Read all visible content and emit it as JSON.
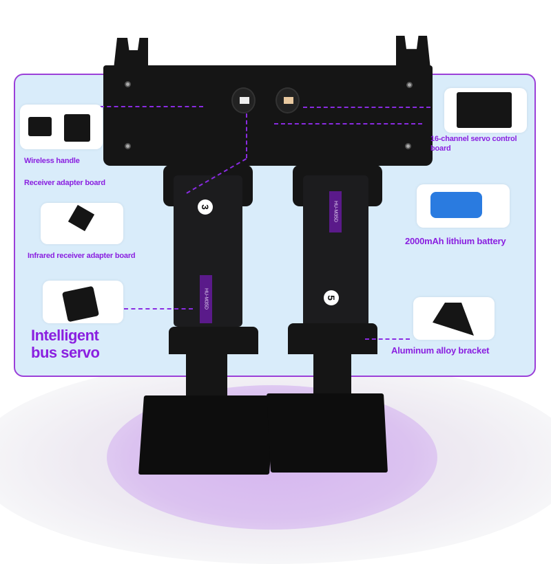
{
  "labels": {
    "wireless_handle": "Wireless handle",
    "receiver_adapter": "Receiver adapter board",
    "infrared_adapter": "Infrared receiver adapter board",
    "bus_servo_line1": "Intelligent",
    "bus_servo_line2": "bus servo",
    "servo_control_line1": "16-channel servo control",
    "servo_control_line2": "board",
    "battery": "2000mAh lithium battery",
    "bracket": "Aluminum alloy bracket"
  },
  "robot": {
    "servo_number_left": "3",
    "servo_number_right": "5",
    "servo_model": "HU-M35D"
  },
  "colors": {
    "accent": "#8a1fe0",
    "panel": "#d9ecfa",
    "border": "#9b3fd8"
  }
}
